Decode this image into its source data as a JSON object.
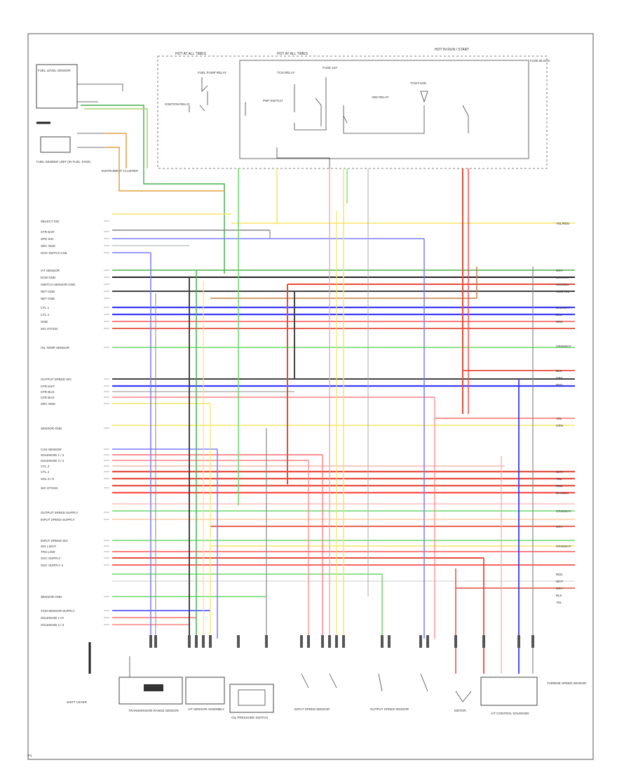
{
  "diagram": {
    "left_labels": [
      "SELECT SIG",
      "STR BAR",
      "SPD SIG",
      "SRC GND",
      "GOV SWTCH LNK",
      "IAT SENSOR",
      "ECM GND",
      "SWITCH SENSOR GND",
      "NET GND",
      "NET GND",
      "CTL 1",
      "CTL 2",
      "GND",
      "SIG STCKN",
      "OIL TEMP SENSOR",
      "OUTPUT SPEED SIG",
      "STR EXIT",
      "STR BUS",
      "STR BUS",
      "SRC GND",
      "SENSOR GND",
      "CAN SENSOR",
      "SOLENOID 1 / 2",
      "SOLENOID 3 / 4",
      "CTL 3",
      "CTL 4",
      "SOL 5 / 6",
      "SIG STCKN",
      "OUTPUT SPEED SUPPLY",
      "INPUT SPEED SUPPLY",
      "INPUT SPEED SIG",
      "SIG LIGHT",
      "TRS LOW",
      "SOC SUPPLY",
      "SOC SUPPLY 2",
      "SENSOR GND",
      "TCM SENSOR SUPPLY",
      "SOLENOID 1 HI",
      "SOLENOID 2 / 3"
    ],
    "right_labels": [
      "YEL/RED",
      "GRY",
      "BLK/WHT",
      "RED/BLK",
      "RED/YEL",
      "BLU/WHT",
      "BLU",
      "RED",
      "GRN/WHT",
      "BLK",
      "GRY",
      "RED",
      "YEL",
      "GRN",
      "WHT",
      "YEL",
      "RED",
      "BLU/BLK",
      "GRN/WHT",
      "GRY",
      "GRN/WHT",
      "RED",
      "WHT",
      "GRY",
      "BLK",
      "YEL"
    ],
    "top_labels": [
      "HOT AT ALL TIMES",
      "HOT AT ALL TIMES",
      "HOT IN RUN / START"
    ],
    "top_components": [
      "FUEL PUMP RELAY",
      "IGNITION RELAY",
      "TCM RELAY",
      "PNP SWITCH",
      "FUSE 10A",
      "ABS RELAY",
      "TCM FUSE",
      "FUSE BLOCK"
    ],
    "bottom_components": [
      "TRANSMISSION RANGE SENSOR",
      "SHIFT LEVER",
      "A/T SENSOR ASSEMBLY",
      "OIL PRESSURE SWITCH",
      "INPUT SPEED SENSOR",
      "OUTPUT SPEED SENSOR",
      "TURBINE SPEED SENSOR",
      "MOTOR",
      "A/T CONTROL SOLENOID"
    ],
    "top_left_labels": [
      "FUEL LEVEL SENSOR",
      "INSTRUMENT CLUSTER",
      "FUEL SENDER UNIT (IN FUEL TANK)"
    ],
    "footer_ref": "P1"
  }
}
